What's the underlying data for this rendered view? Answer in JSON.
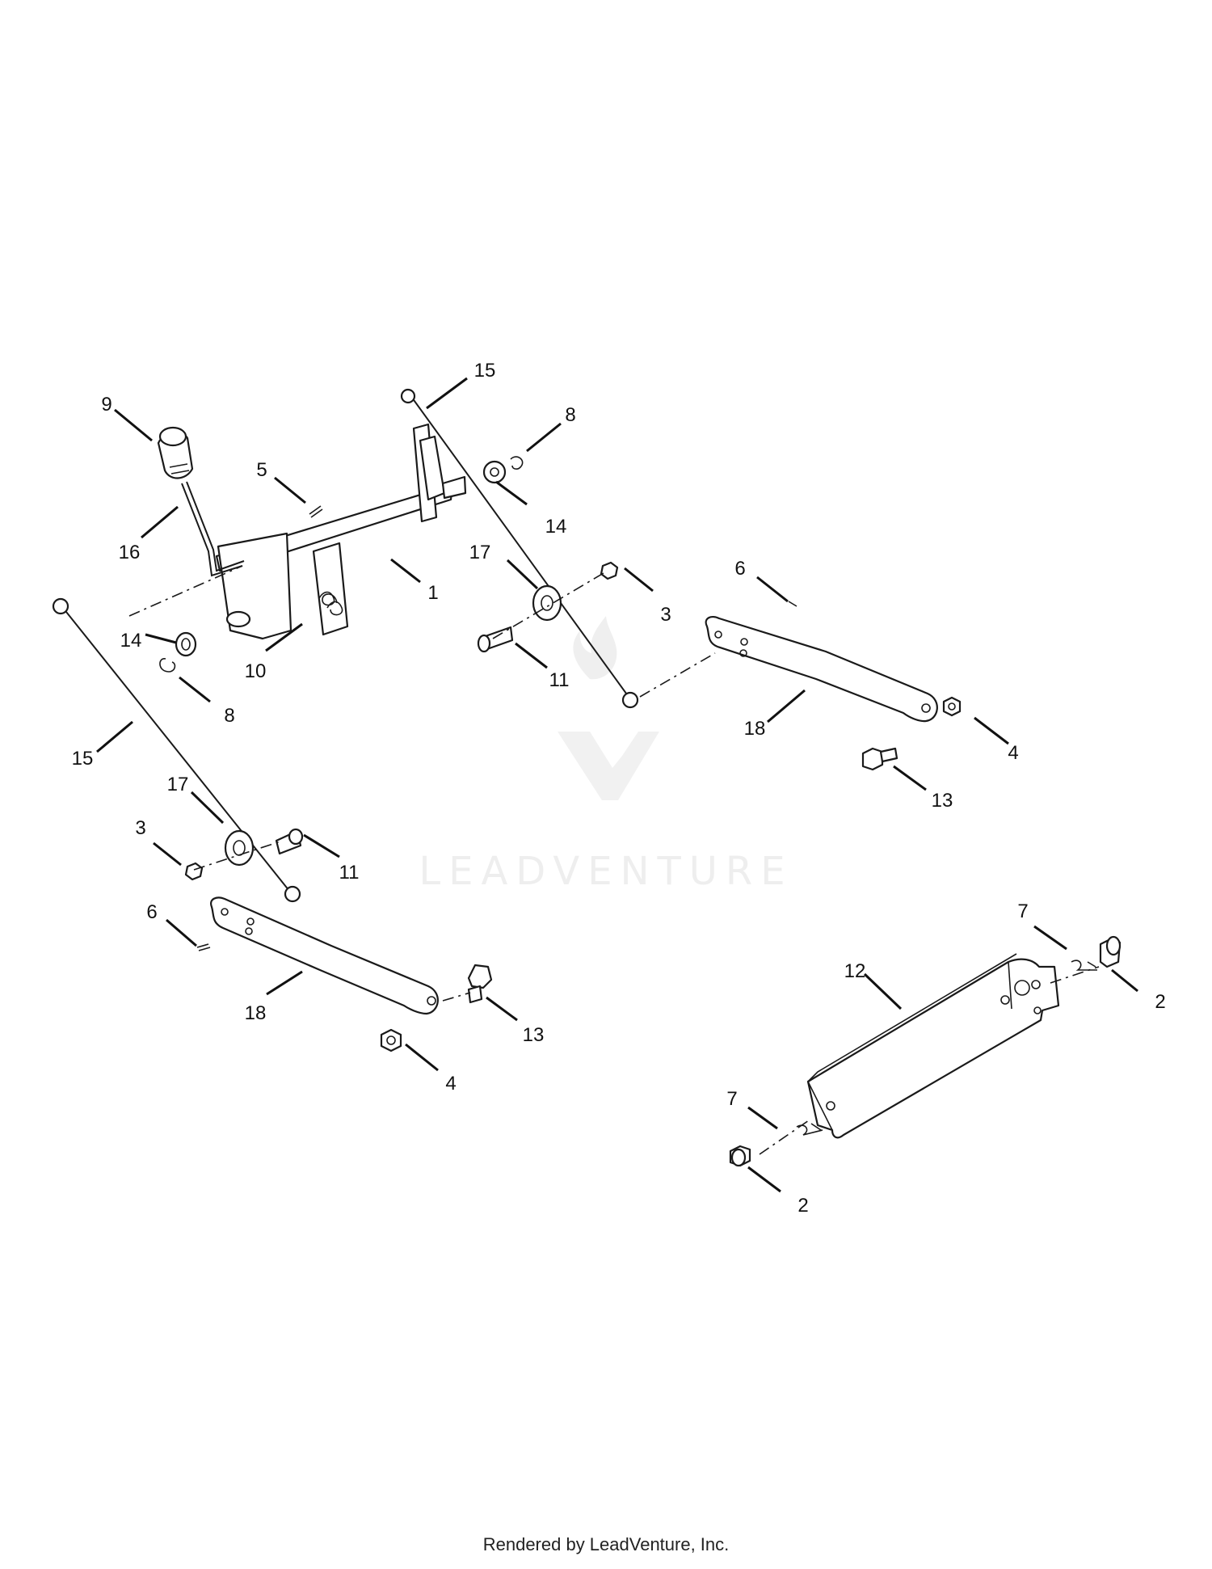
{
  "watermark": {
    "text": "LEADVENTURE"
  },
  "footer": {
    "text": "Rendered by LeadVenture, Inc."
  },
  "callouts": [
    {
      "id": "c-15a",
      "label": "15"
    },
    {
      "id": "c-9",
      "label": "9"
    },
    {
      "id": "c-8a",
      "label": "8"
    },
    {
      "id": "c-5",
      "label": "5"
    },
    {
      "id": "c-14a",
      "label": "14"
    },
    {
      "id": "c-16",
      "label": "16"
    },
    {
      "id": "c-1",
      "label": "1"
    },
    {
      "id": "c-17a",
      "label": "17"
    },
    {
      "id": "c-3a",
      "label": "3"
    },
    {
      "id": "c-6a",
      "label": "6"
    },
    {
      "id": "c-14b",
      "label": "14"
    },
    {
      "id": "c-10",
      "label": "10"
    },
    {
      "id": "c-11a",
      "label": "11"
    },
    {
      "id": "c-8b",
      "label": "8"
    },
    {
      "id": "c-18a",
      "label": "18"
    },
    {
      "id": "c-4a",
      "label": "4"
    },
    {
      "id": "c-15b",
      "label": "15"
    },
    {
      "id": "c-13a",
      "label": "13"
    },
    {
      "id": "c-17b",
      "label": "17"
    },
    {
      "id": "c-3b",
      "label": "3"
    },
    {
      "id": "c-11b",
      "label": "11"
    },
    {
      "id": "c-6b",
      "label": "6"
    },
    {
      "id": "c-7a",
      "label": "7"
    },
    {
      "id": "c-12",
      "label": "12"
    },
    {
      "id": "c-2a",
      "label": "2"
    },
    {
      "id": "c-18b",
      "label": "18"
    },
    {
      "id": "c-13b",
      "label": "13"
    },
    {
      "id": "c-4b",
      "label": "4"
    },
    {
      "id": "c-7b",
      "label": "7"
    },
    {
      "id": "c-2b",
      "label": "2"
    }
  ]
}
